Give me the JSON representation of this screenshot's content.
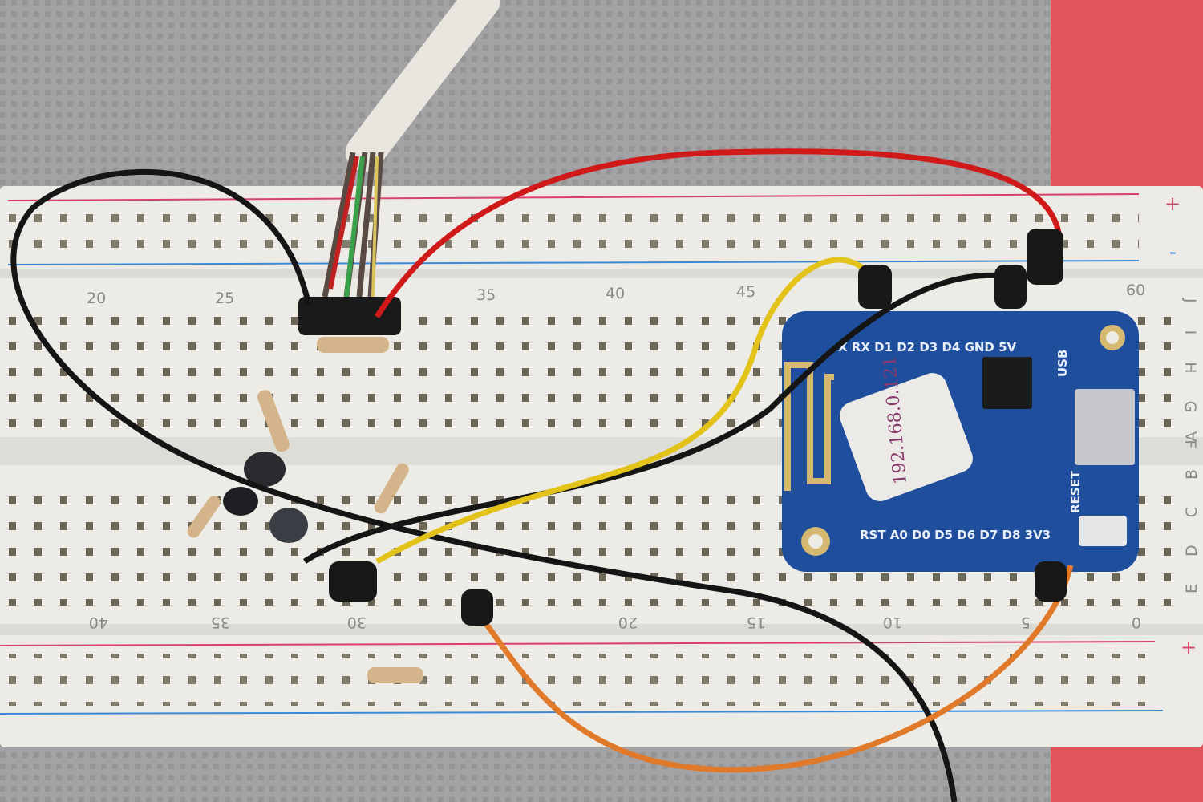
{
  "scene": "breadboard-with-wemos-d1-mini",
  "breadboard": {
    "top_numbers": [
      "20",
      "25",
      "35",
      "40",
      "45",
      "60"
    ],
    "bottom_numbers": [
      "40",
      "35",
      "30",
      "20",
      "15",
      "10",
      "5",
      "0"
    ],
    "rows_top": "J I H G F",
    "rows_bottom": "E D C B A",
    "plus": "+",
    "minus": "-"
  },
  "board": {
    "top_pins": "X  RX D1 D2 D3 D4 GND 5V",
    "bottom_pins": "RST A0 D0 D5 D6 D7 D8 3V3",
    "usb_label": "USB",
    "reset_label": "RESET",
    "sticker": "192.168.0.121"
  },
  "colors": {
    "background": "#9a9a9c",
    "cloth_red": "#e0545a",
    "breadboard": "#ecebe6",
    "pcb": "#1f4f9c",
    "wire_red": "#d01a1a",
    "wire_yellow": "#e3c21a",
    "wire_black": "#151515",
    "wire_orange": "#e07a2a"
  }
}
